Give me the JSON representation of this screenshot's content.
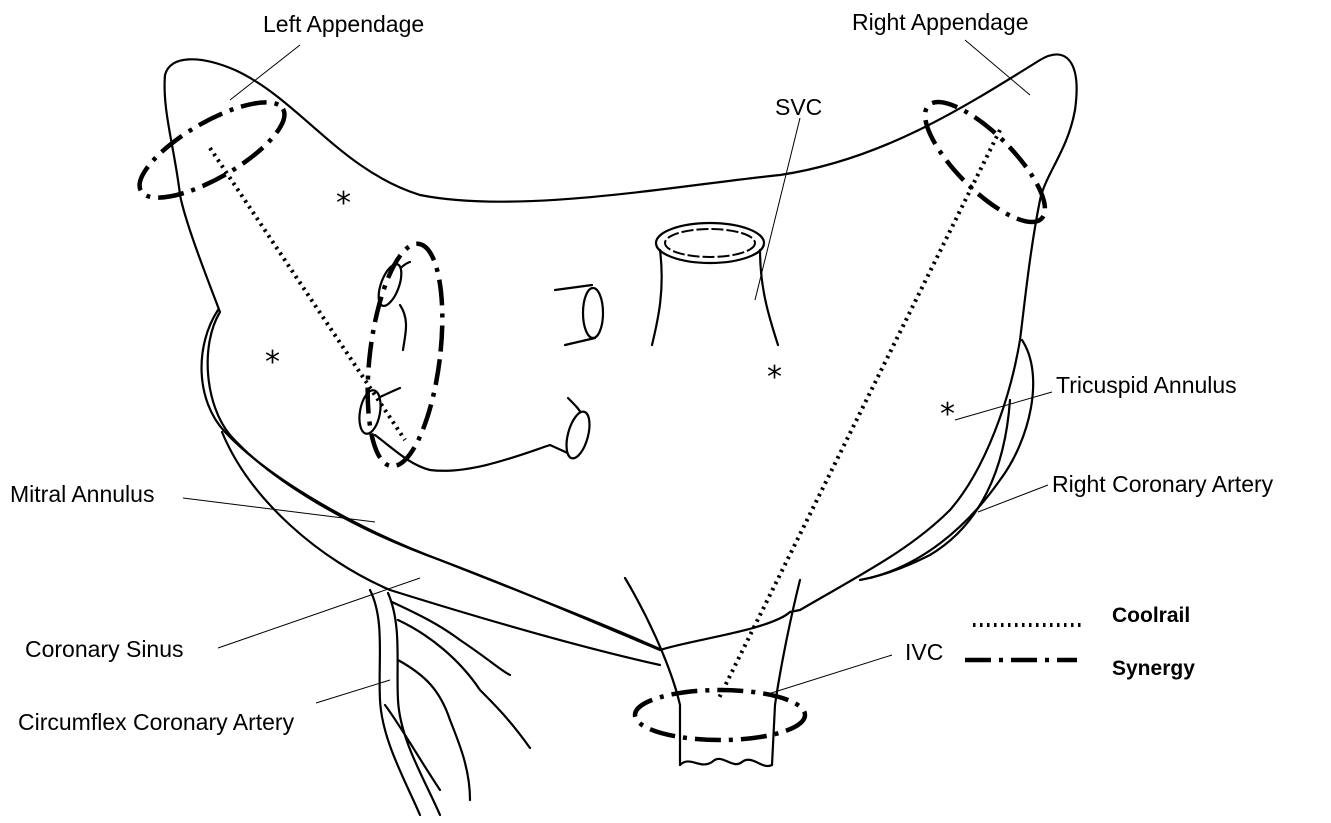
{
  "labels": {
    "left_appendage": "Left Appendage",
    "right_appendage": "Right Appendage",
    "svc": "SVC",
    "tricuspid_annulus": "Tricuspid Annulus",
    "right_coronary_artery": "Right Coronary Artery",
    "mitral_annulus": "Mitral Annulus",
    "coronary_sinus": "Coronary Sinus",
    "circumflex_coronary_artery": "Circumflex Coronary Artery",
    "ivc": "IVC"
  },
  "legend": {
    "coolrail": "Coolrail",
    "synergy": "Synergy"
  },
  "markers": {
    "asterisk": "*"
  }
}
